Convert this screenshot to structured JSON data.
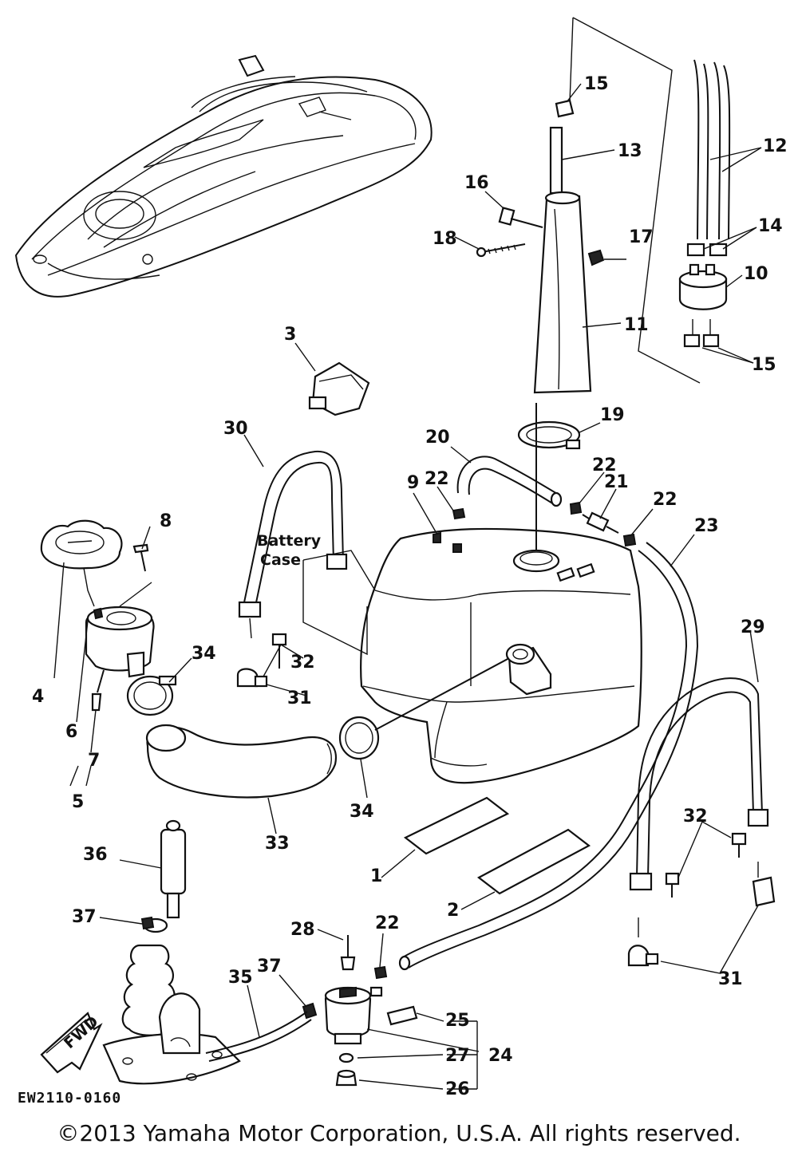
{
  "diagram": {
    "labels": {
      "c1": "1",
      "c2": "2",
      "c3": "3",
      "c4": "4",
      "c5": "5",
      "c6": "6",
      "c7": "7",
      "c8": "8",
      "c9": "9",
      "c10": "10",
      "c11": "11",
      "c12": "12",
      "c13": "13",
      "c14": "14",
      "c15a": "15",
      "c15b": "15",
      "c16": "16",
      "c17": "17",
      "c18": "18",
      "c19": "19",
      "c20": "20",
      "c21": "21",
      "c22a": "22",
      "c22b": "22",
      "c22c": "22",
      "c22d": "22",
      "c23": "23",
      "c24": "24",
      "c25": "25",
      "c26": "26",
      "c27": "27",
      "c28": "28",
      "c29": "29",
      "c30": "30",
      "c31a": "31",
      "c31b": "31",
      "c32a": "32",
      "c32b": "32",
      "c33": "33",
      "c34a": "34",
      "c34b": "34",
      "c35": "35",
      "c36": "36",
      "c37a": "37",
      "c37b": "37"
    },
    "battery_case_line1": "Battery",
    "battery_case_line2": "Case",
    "fwd_label": "FWD",
    "diagram_code": "EW2110-0160"
  },
  "footer": {
    "copyright": "©2013 Yamaha Motor Corporation, U.S.A. All rights reserved."
  }
}
